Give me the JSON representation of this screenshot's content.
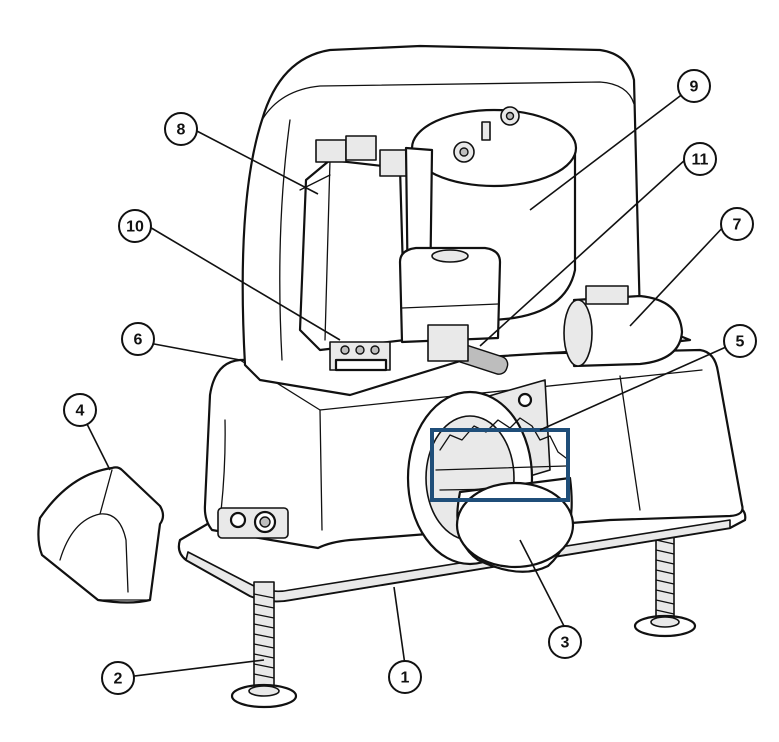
{
  "callouts": [
    {
      "id": "1",
      "label": "1"
    },
    {
      "id": "2",
      "label": "2"
    },
    {
      "id": "3",
      "label": "3"
    },
    {
      "id": "4",
      "label": "4"
    },
    {
      "id": "5",
      "label": "5"
    },
    {
      "id": "6",
      "label": "6"
    },
    {
      "id": "7",
      "label": "7"
    },
    {
      "id": "8",
      "label": "8"
    },
    {
      "id": "9",
      "label": "9"
    },
    {
      "id": "10",
      "label": "10"
    },
    {
      "id": "11",
      "label": "11"
    }
  ],
  "colors": {
    "line": "#111111",
    "highlight_box": "#1f4e79",
    "background": "#ffffff"
  }
}
